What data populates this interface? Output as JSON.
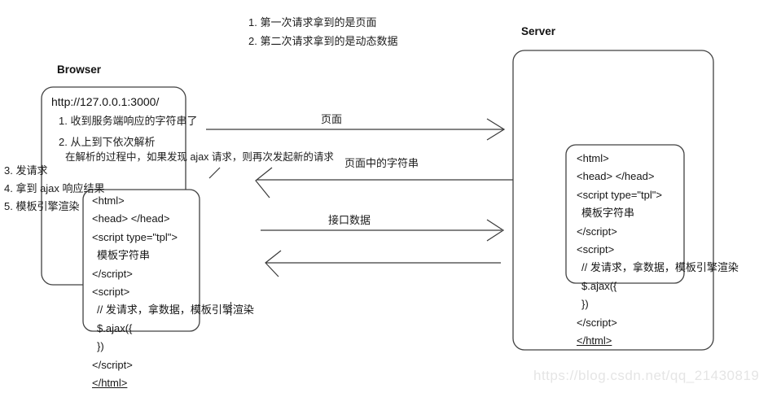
{
  "notes": {
    "line1": "1. 第一次请求拿到的是页面",
    "line2": "2. 第二次请求拿到的是动态数据"
  },
  "browser": {
    "title": "Browser",
    "url": "http://127.0.0.1:3000/",
    "steps": [
      "1. 收到服务端响应的字符串了",
      "2. 从上到下依次解析"
    ],
    "parse_note": "在解析的过程中，如果发现 ajax 请求，则再次发起新的请求",
    "side_steps": [
      "3. 发请求",
      "4. 拿到 ajax 响应结果",
      "5. 模板引擎渲染"
    ],
    "code": [
      "<html>",
      "<head> </head>",
      "<script type=\"tpl\">",
      "模板字符串",
      "</script>",
      "<script>",
      "// 发请求，拿数据，模板引擎渲染",
      "$.ajax({",
      "})",
      "</script>",
      "</html>"
    ]
  },
  "server": {
    "title": "Server",
    "code": [
      "<html>",
      "<head> </head>",
      "<script type=\"tpl\">",
      "模板字符串",
      "</script>",
      "<script>",
      "// 发请求，拿数据，模板引擎渲染",
      "$.ajax({",
      "})",
      "</script>",
      "</html>"
    ]
  },
  "arrows": {
    "page": "页面",
    "page_string": "页面中的字符串",
    "api_data": "接口数据"
  },
  "watermark": "https://blog.csdn.net/qq_21430819",
  "colors": {
    "line": "#3f3f3f",
    "text": "#1c1c1c",
    "watermark": "#e5e5e5"
  }
}
